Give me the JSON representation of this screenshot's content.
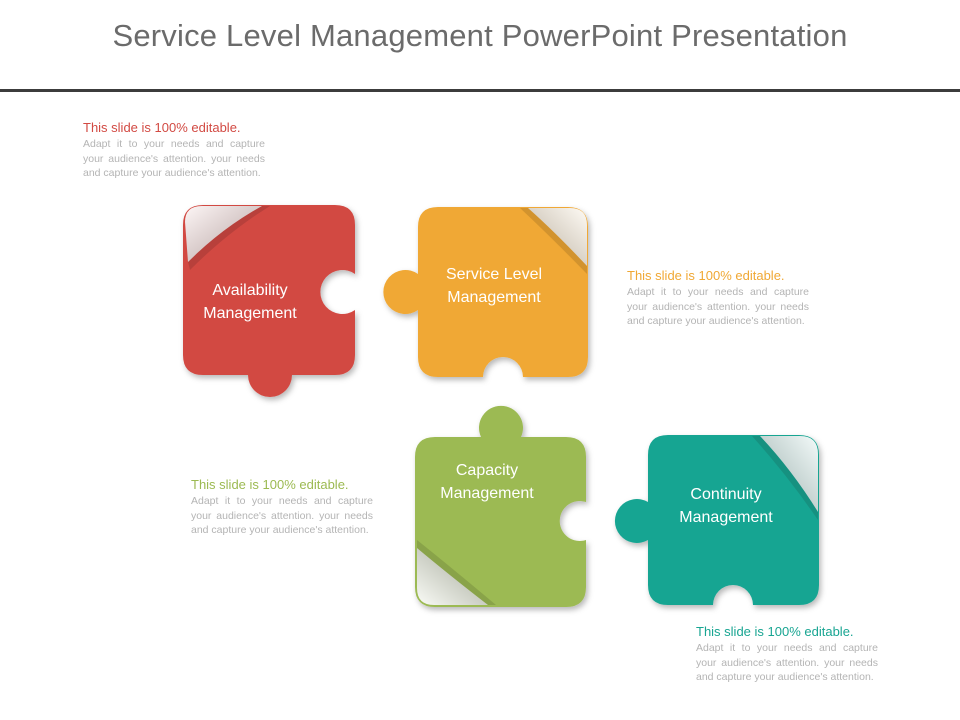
{
  "title": "Service Level Management PowerPoint Presentation",
  "pieces": [
    {
      "line1": "Availability",
      "line2": "Management",
      "color": "#d24a43"
    },
    {
      "line1": "Service Level",
      "line2": "Management",
      "color": "#f0a834"
    },
    {
      "line1": "Capacity",
      "line2": "Management",
      "color": "#9cba52"
    },
    {
      "line1": "Continuity",
      "line2": "Management",
      "color": "#18a592"
    }
  ],
  "notes": [
    {
      "heading": "This slide is 100% editable.",
      "body": "Adapt it to your needs and capture your audience's attention. your needs and capture your audience's attention.",
      "color": "#d24a43"
    },
    {
      "heading": "This slide is 100% editable.",
      "body": "Adapt it to your needs and capture your audience's attention. your needs and capture your audience's attention.",
      "color": "#f0a834"
    },
    {
      "heading": "This slide is 100% editable.",
      "body": "Adapt it to your needs and capture your audience's attention. your needs and capture your audience's attention.",
      "color": "#9cba52"
    },
    {
      "heading": "This slide is 100% editable.",
      "body": "Adapt it to your needs and capture your audience's attention. your needs and capture your audience's attention.",
      "color": "#18a592"
    }
  ]
}
